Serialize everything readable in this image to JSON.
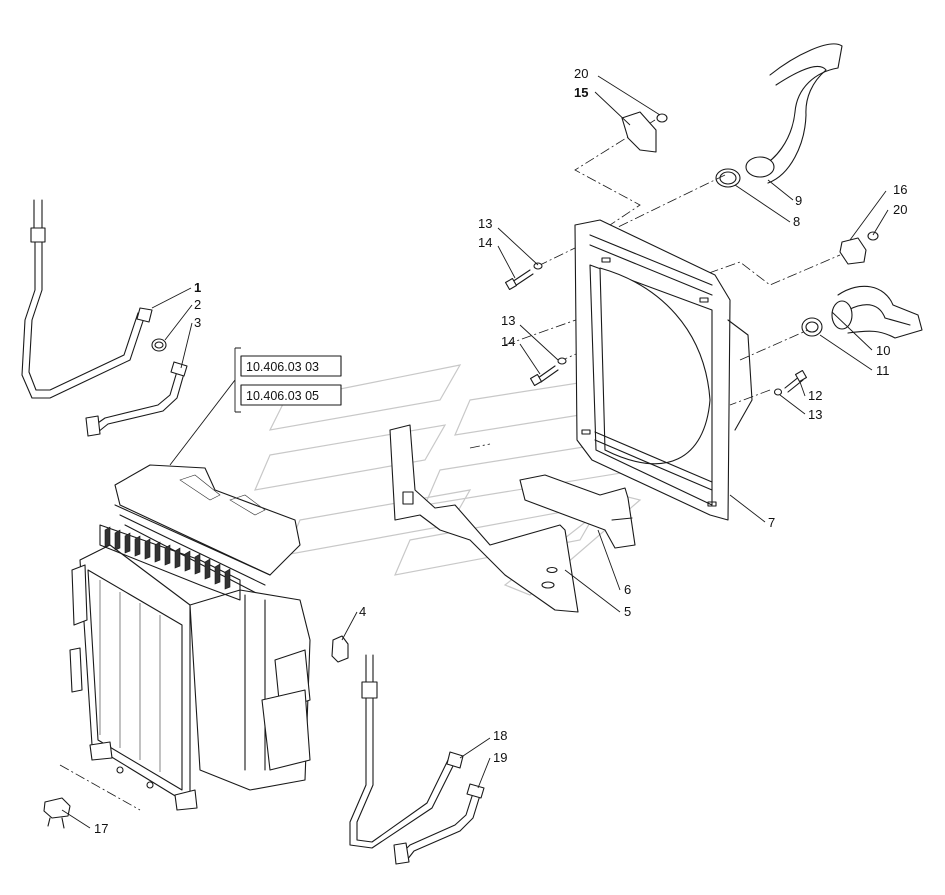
{
  "callouts": [
    {
      "id": "c1",
      "label": "1",
      "bold": true
    },
    {
      "id": "c2",
      "label": "2"
    },
    {
      "id": "c3",
      "label": "3"
    },
    {
      "id": "c4",
      "label": "4"
    },
    {
      "id": "c5",
      "label": "5"
    },
    {
      "id": "c6",
      "label": "6"
    },
    {
      "id": "c7",
      "label": "7"
    },
    {
      "id": "c8",
      "label": "8"
    },
    {
      "id": "c9",
      "label": "9"
    },
    {
      "id": "c10",
      "label": "10"
    },
    {
      "id": "c11",
      "label": "11"
    },
    {
      "id": "c12",
      "label": "12"
    },
    {
      "id": "c13a",
      "label": "13"
    },
    {
      "id": "c13b",
      "label": "13"
    },
    {
      "id": "c13c",
      "label": "13"
    },
    {
      "id": "c14a",
      "label": "14"
    },
    {
      "id": "c14b",
      "label": "14"
    },
    {
      "id": "c15",
      "label": "15",
      "bold": true
    },
    {
      "id": "c16",
      "label": "16"
    },
    {
      "id": "c17",
      "label": "17"
    },
    {
      "id": "c18",
      "label": "18"
    },
    {
      "id": "c19",
      "label": "19"
    },
    {
      "id": "c20a",
      "label": "20"
    },
    {
      "id": "c20b",
      "label": "20"
    }
  ],
  "references": [
    {
      "id": "ref1",
      "label": "10.406.03 03"
    },
    {
      "id": "ref2",
      "label": "10.406.03 05"
    }
  ]
}
